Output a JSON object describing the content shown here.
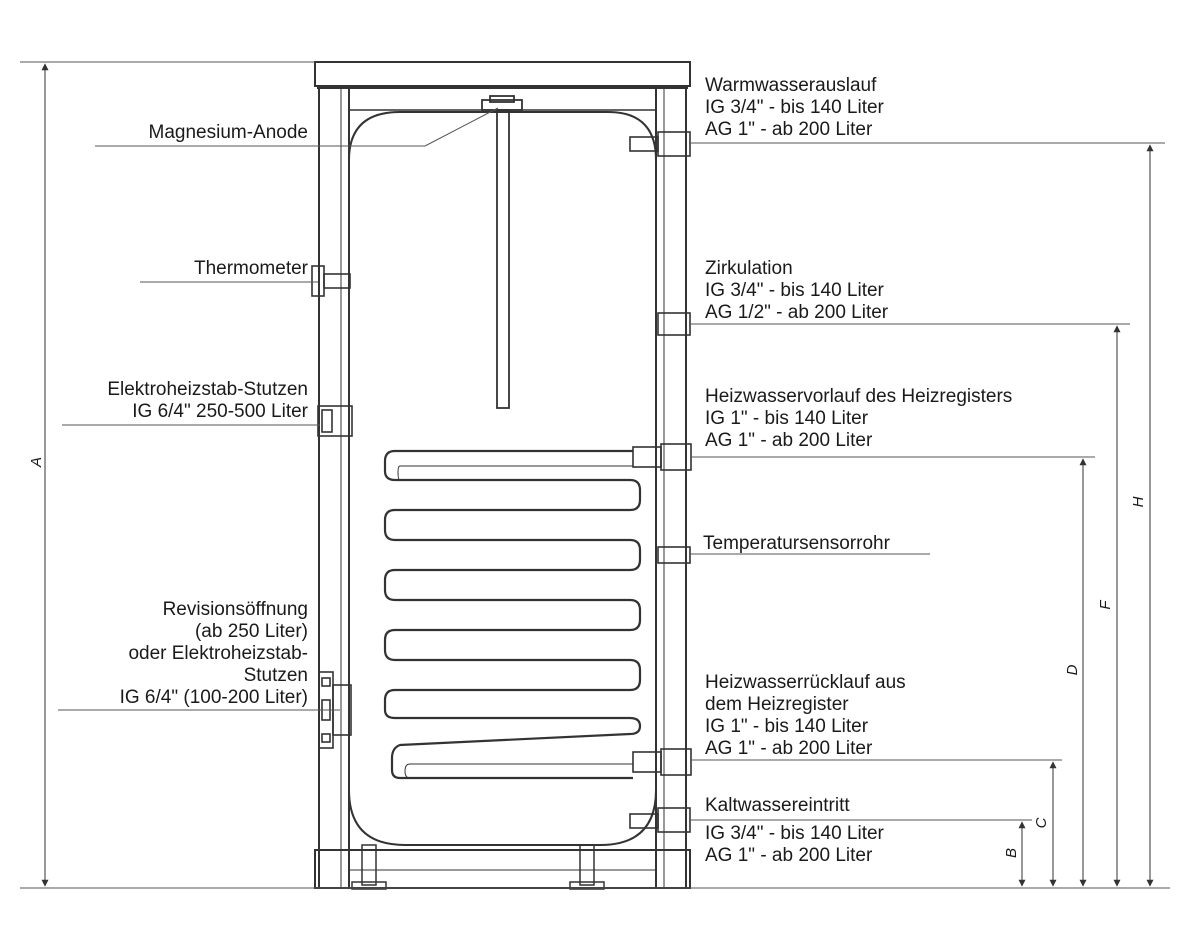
{
  "labels": {
    "warmwasser": [
      "Warmwasserauslauf",
      "IG 3/4\" - bis 140 Liter",
      "AG 1\" - ab 200 Liter"
    ],
    "anode": [
      "Magnesium-Anode"
    ],
    "thermometer": [
      "Thermometer"
    ],
    "zirkulation": [
      "Zirkulation",
      "IG 3/4\" - bis 140 Liter",
      "AG 1/2\" - ab 200 Liter"
    ],
    "elektro": [
      "Elektroheizstab-Stutzen",
      "IG 6/4\" 250-500 Liter"
    ],
    "vorlauf": [
      "Heizwasservorlauf des Heizregisters",
      "IG 1\" - bis 140 Liter",
      "AG 1\" - ab 200 Liter"
    ],
    "sensor": [
      "Temperatursensorrohr"
    ],
    "revision": [
      "Revisionsöffnung",
      "(ab 250 Liter)",
      "oder Elektroheizstab-",
      "Stutzen",
      "IG 6/4\" (100-200 Liter)"
    ],
    "ruecklauf": [
      "Heizwasserrücklauf aus",
      "dem Heizregister",
      "IG 1\" - bis 140 Liter",
      "AG 1\" - ab 200 Liter"
    ],
    "kaltwasser": [
      "Kaltwassereintritt",
      "IG 3/4\" - bis 140 Liter",
      "AG 1\" - ab 200 Liter"
    ]
  },
  "dimensions": {
    "A": "A",
    "B": "B",
    "C": "C",
    "D": "D",
    "F": "F",
    "H": "H"
  },
  "colors": {
    "line": "#333333",
    "text": "#1a1a1a"
  }
}
